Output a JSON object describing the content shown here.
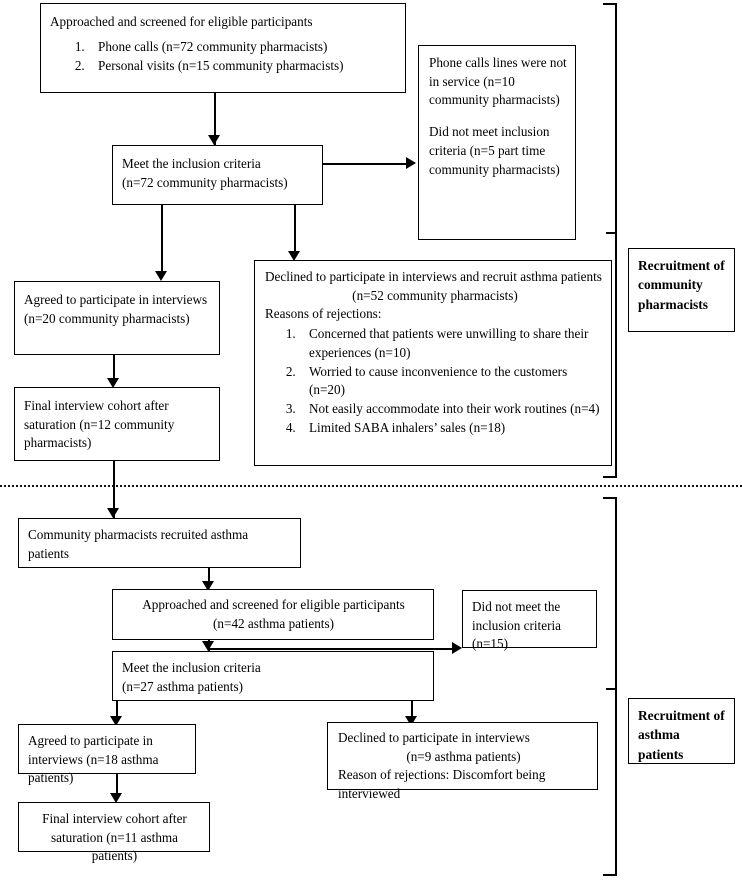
{
  "figure": {
    "type": "participant-recruitment-flowchart",
    "sections": [
      "Recruitment of community pharmacists",
      "Recruitment of asthma patients"
    ]
  },
  "section1": {
    "bracket_label": "Recruitment\nof\ncommunity\npharmacists",
    "bracket_label_lines": [
      "Recruitment",
      "of",
      "community",
      "pharmacists"
    ],
    "boxes": {
      "screened": {
        "title": "Approached and screened for eligible participants",
        "items": [
          "Phone calls (n=72 community pharmacists)",
          "Personal visits (n=15 community pharmacists)"
        ]
      },
      "excluded": {
        "line1": "Phone calls lines were",
        "line2": "not in service",
        "line3": "(n=10 community",
        "line4": "pharmacists)",
        "line5": "Did not meet inclusion",
        "line6": "criteria",
        "line7": "(n=5 part time",
        "line8": "community",
        "line9": "pharmacists)"
      },
      "met_criteria": {
        "title": "Meet the inclusion criteria",
        "sub": "(n=72 community pharmacists)"
      },
      "agreed": {
        "line1": "Agreed to participate in",
        "line2": "interviews",
        "line3": "(n=20 community pharmacists)"
      },
      "final_cohort": {
        "line1": "Final interview cohort after",
        "line2": "saturation",
        "line3": "(n=12 community pharmacists)"
      },
      "declined": {
        "line1": "Declined to participate in interviews and recruit asthma",
        "line2": "patients",
        "count": "(n=52 community pharmacists)",
        "reasons_header": "Reasons of rejections:",
        "reasons": [
          "Concerned that patients were unwilling to share their experiences (n=10)",
          " Worried to cause inconvenience to the customers (n=20)",
          "Not easily accommodate into their work routines (n=4)",
          "Limited SABA inhalers’ sales (n=18)"
        ]
      }
    }
  },
  "section2": {
    "bracket_label_lines": [
      "Recruitment",
      "of asthma",
      "patients"
    ],
    "boxes": {
      "recruited": {
        "line1": "Community pharmacists recruited asthma",
        "line2": "patients"
      },
      "screened": {
        "title": "Approached and screened for eligible participants",
        "sub": "(n=42 asthma patients)"
      },
      "excluded": {
        "line1": "Did not meet the",
        "line2": "inclusion criteria",
        "line3": "(n=15)"
      },
      "met_criteria": {
        "title": "Meet the inclusion criteria",
        "sub": "(n=27 asthma patients)"
      },
      "agreed": {
        "line1": "Agreed to participate in interviews",
        "line2": "(n=18 asthma patients)"
      },
      "final_cohort": {
        "line1": "Final interview cohort after saturation",
        "line2": "(n=11 asthma patients)"
      },
      "declined": {
        "line1": "Declined to participate in interviews",
        "count": "(n=9 asthma patients)",
        "line2": "Reason of rejections: Discomfort being",
        "line3": "interviewed"
      }
    }
  },
  "colors": {
    "stroke": "#000000",
    "background": "#ffffff"
  }
}
